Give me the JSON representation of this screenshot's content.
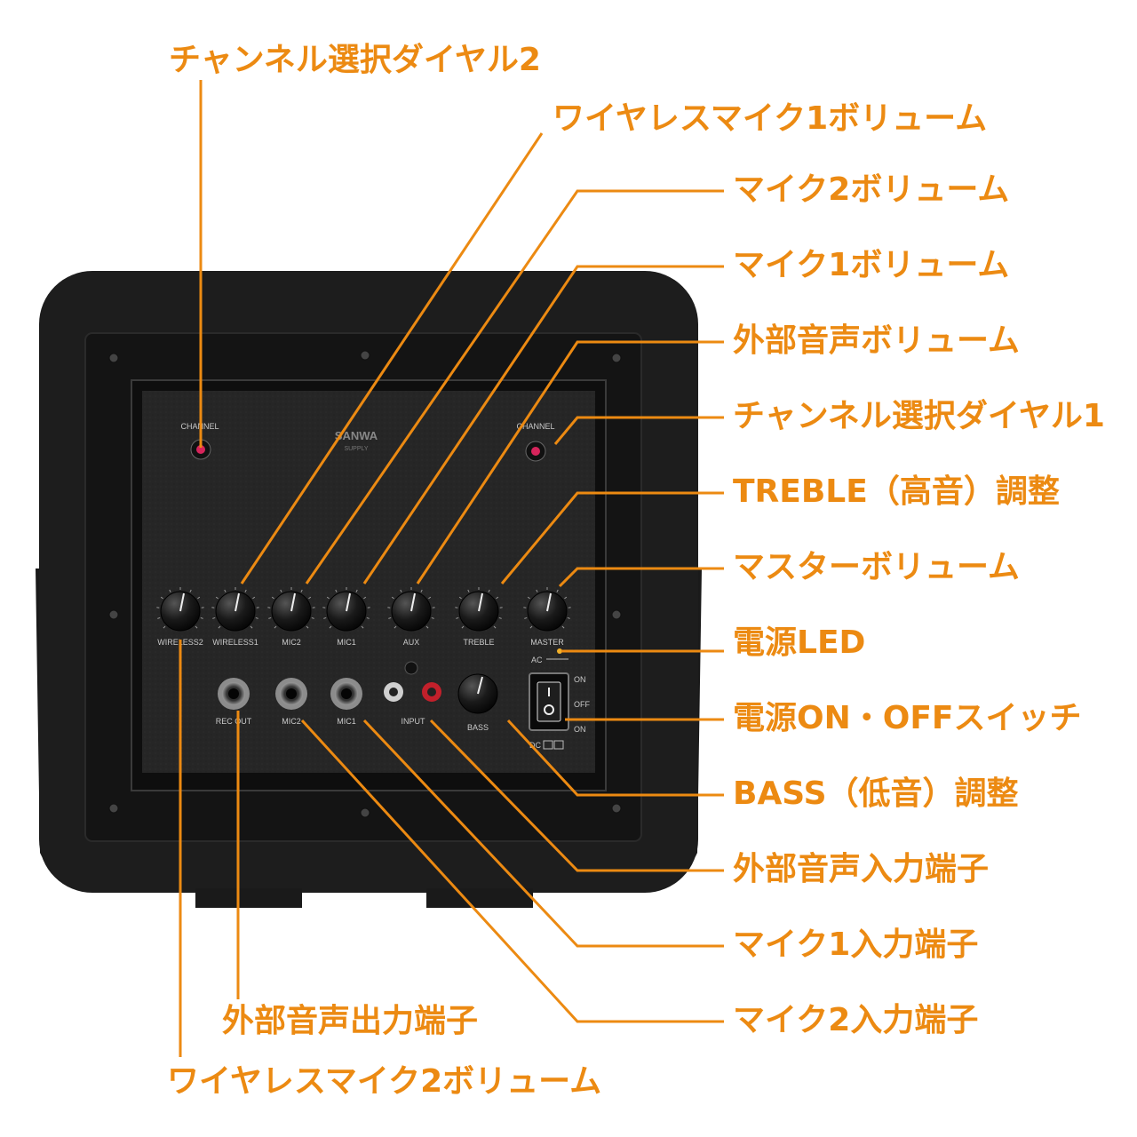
{
  "device": {
    "brand_line1": "SANWA",
    "brand_line2": "SUPPLY",
    "channel_label_left": "CHANNEL",
    "channel_label_right": "CHANNEL",
    "knob_labels": [
      "WIRELESS2",
      "WIRELESS1",
      "MIC2",
      "MIC1",
      "AUX",
      "TREBLE",
      "MASTER"
    ],
    "jack_labels": [
      "REC OUT",
      "MIC2",
      "MIC1",
      "INPUT",
      "BASS"
    ],
    "ac_label": "AC",
    "switch_on_top": "ON",
    "switch_off": "OFF",
    "switch_on_bottom": "ON",
    "dc_label": "DC"
  },
  "callouts": {
    "channel_dial_2": "チャンネル選択ダイヤル2",
    "wireless_mic1_volume": "ワイヤレスマイク1ボリューム",
    "mic2_volume": "マイク2ボリューム",
    "mic1_volume": "マイク1ボリューム",
    "external_audio_volume": "外部音声ボリューム",
    "channel_dial_1": "チャンネル選択ダイヤル1",
    "treble": "TREBLE（高音）調整",
    "master_volume": "マスターボリューム",
    "power_led": "電源LED",
    "power_switch": "電源ON・OFFスイッチ",
    "bass": "BASS（低音）調整",
    "external_audio_input": "外部音声入力端子",
    "mic1_input": "マイク1入力端子",
    "mic2_input": "マイク2入力端子",
    "external_audio_output": "外部音声出力端子",
    "wireless_mic2_volume": "ワイヤレスマイク2ボリューム"
  },
  "colors": {
    "accent": "#ec8a12",
    "body": "#1b1b1b",
    "panel": "#262626",
    "background": "#ffffff"
  }
}
